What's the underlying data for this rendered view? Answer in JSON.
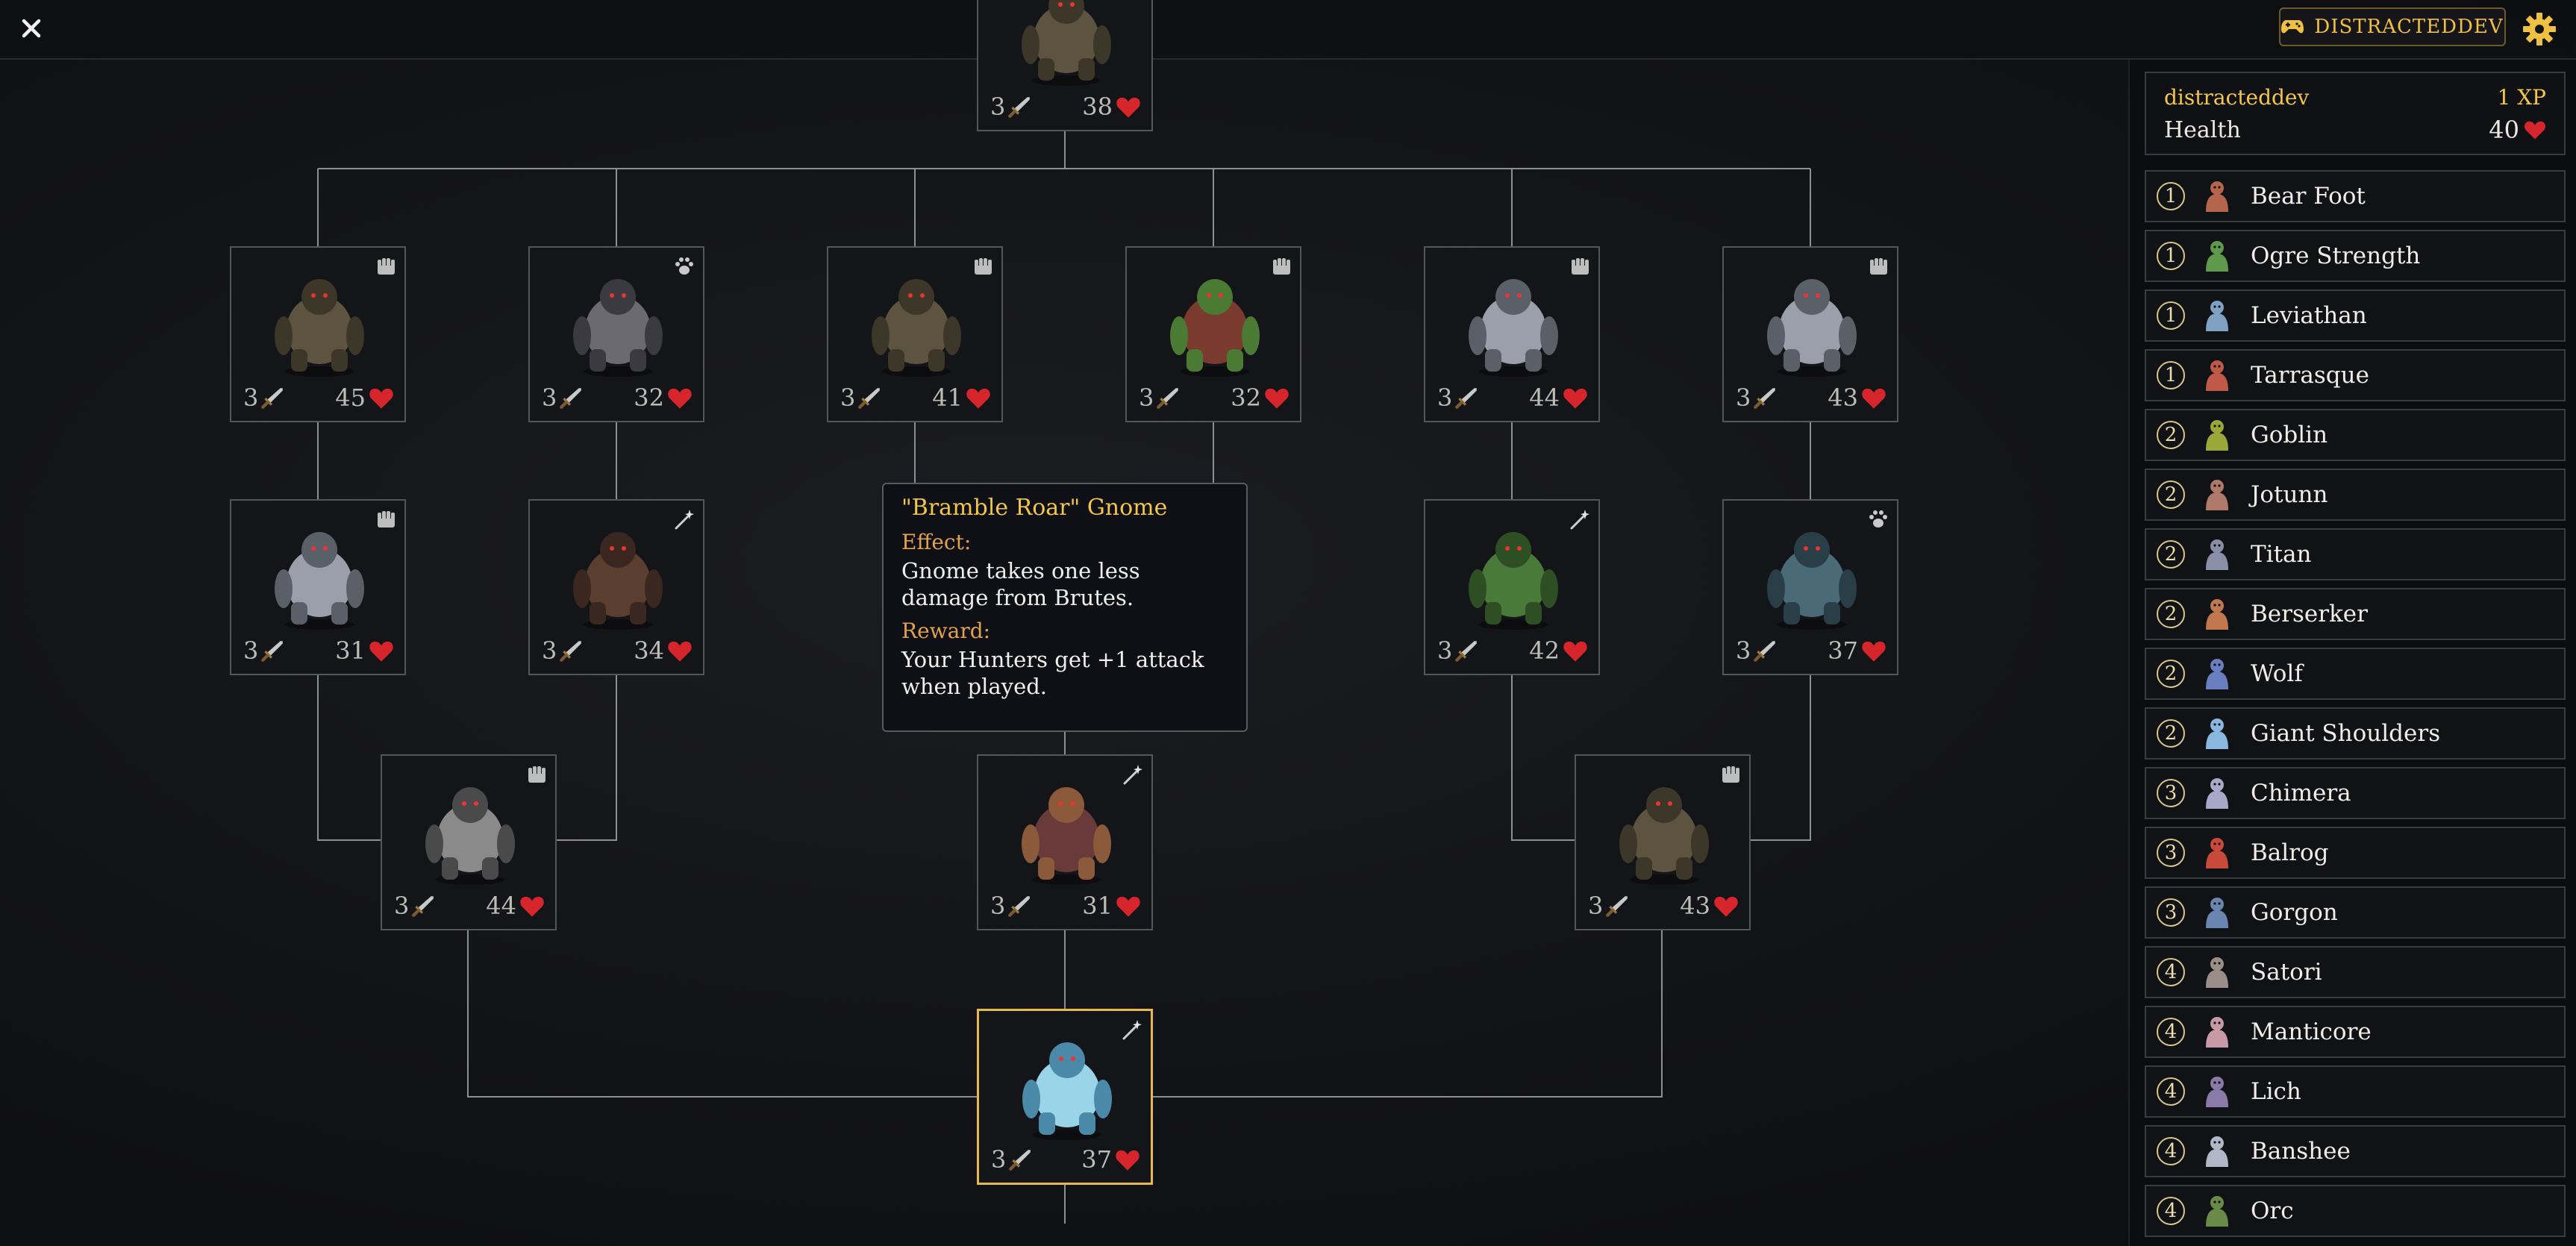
{
  "header": {
    "username_badge": "DISTRACTEDDEV"
  },
  "player": {
    "name": "distracteddev",
    "xp": "1 XP",
    "health_label": "Health",
    "health": "40"
  },
  "tree": {
    "nodes": [
      {
        "id": "top",
        "attack": "3",
        "health": "38",
        "type": "fist",
        "active": false,
        "creature": "ogre"
      },
      {
        "id": "r1a",
        "attack": "3",
        "health": "45",
        "type": "fist",
        "active": false,
        "creature": "ogre"
      },
      {
        "id": "r1b",
        "attack": "3",
        "health": "32",
        "type": "paw",
        "active": false,
        "creature": "spider"
      },
      {
        "id": "r1c",
        "attack": "3",
        "health": "41",
        "type": "fist",
        "active": false,
        "creature": "ogre"
      },
      {
        "id": "r1d",
        "attack": "3",
        "health": "32",
        "type": "fist",
        "active": false,
        "creature": "orc"
      },
      {
        "id": "r1e",
        "attack": "3",
        "health": "44",
        "type": "fist",
        "active": false,
        "creature": "yeti"
      },
      {
        "id": "r1f",
        "attack": "3",
        "health": "43",
        "type": "fist",
        "active": false,
        "creature": "yeti"
      },
      {
        "id": "r2a",
        "attack": "3",
        "health": "31",
        "type": "fist",
        "active": false,
        "creature": "yeti"
      },
      {
        "id": "r2b",
        "attack": "3",
        "health": "34",
        "type": "wand",
        "active": false,
        "creature": "dryad"
      },
      {
        "id": "r2c",
        "attack": "3",
        "health": "42",
        "type": "wand",
        "active": false,
        "creature": "goblin"
      },
      {
        "id": "r2d",
        "attack": "3",
        "health": "37",
        "type": "paw",
        "active": false,
        "creature": "mantis"
      },
      {
        "id": "r3a",
        "attack": "3",
        "health": "44",
        "type": "fist",
        "active": false,
        "creature": "golem"
      },
      {
        "id": "r3b",
        "attack": "3",
        "health": "31",
        "type": "wand",
        "active": false,
        "creature": "gnome"
      },
      {
        "id": "r3c",
        "attack": "3",
        "health": "43",
        "type": "fist",
        "active": false,
        "creature": "ogre"
      },
      {
        "id": "r4",
        "attack": "3",
        "health": "37",
        "type": "wand",
        "active": true,
        "creature": "kelpie"
      }
    ]
  },
  "tooltip": {
    "title": "\"Bramble Roar\" Gnome",
    "effect_label": "Effect:",
    "effect_text": "Gnome takes one less damage from Brutes.",
    "reward_label": "Reward:",
    "reward_text": "Your Hunters get +1 attack when played."
  },
  "upgrades": [
    {
      "tier": "1",
      "name": "Bear Foot",
      "color": "#b5654c"
    },
    {
      "tier": "1",
      "name": "Ogre Strength",
      "color": "#5f9a4c"
    },
    {
      "tier": "1",
      "name": "Leviathan",
      "color": "#7fa2c2"
    },
    {
      "tier": "1",
      "name": "Tarrasque",
      "color": "#c05a48"
    },
    {
      "tier": "2",
      "name": "Goblin",
      "color": "#9aa83a"
    },
    {
      "tier": "2",
      "name": "Jotunn",
      "color": "#b07a6a"
    },
    {
      "tier": "2",
      "name": "Titan",
      "color": "#8a8fa8"
    },
    {
      "tier": "2",
      "name": "Berserker",
      "color": "#c2784e"
    },
    {
      "tier": "2",
      "name": "Wolf",
      "color": "#6a7fc0"
    },
    {
      "tier": "2",
      "name": "Giant Shoulders",
      "color": "#8ab7e0"
    },
    {
      "tier": "3",
      "name": "Chimera",
      "color": "#a8a8c8"
    },
    {
      "tier": "3",
      "name": "Balrog",
      "color": "#c74a3a"
    },
    {
      "tier": "3",
      "name": "Gorgon",
      "color": "#6a86b0"
    },
    {
      "tier": "4",
      "name": "Satori",
      "color": "#9a8f88"
    },
    {
      "tier": "4",
      "name": "Manticore",
      "color": "#c89aa8"
    },
    {
      "tier": "4",
      "name": "Lich",
      "color": "#8a7aa8"
    },
    {
      "tier": "4",
      "name": "Banshee",
      "color": "#b0b8c8"
    },
    {
      "tier": "4",
      "name": "Orc",
      "color": "#6a8a4a"
    }
  ]
}
